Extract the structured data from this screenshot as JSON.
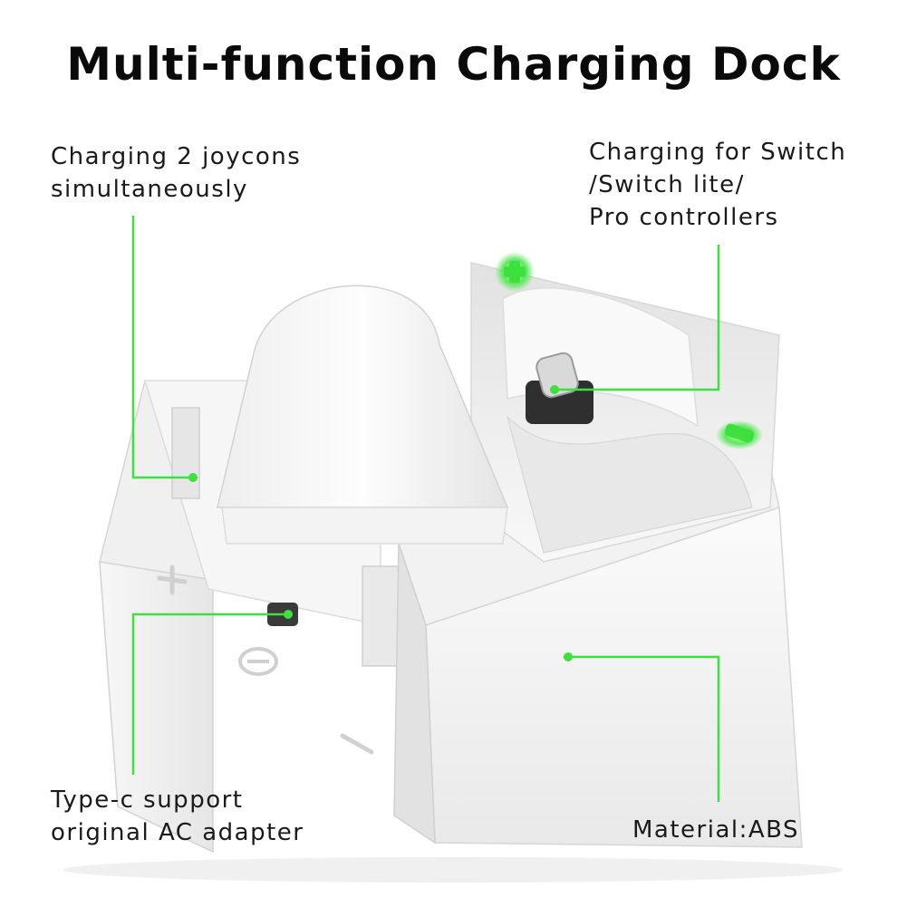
{
  "title": "Multi-function Charging Dock",
  "callouts": {
    "joycons": [
      "Charging 2 joycons",
      "simultaneously"
    ],
    "switch": [
      "Charging for Switch",
      "/Switch lite/",
      "Pro controllers"
    ],
    "typec": [
      "Type-c support",
      "original AC adapter"
    ],
    "material": [
      "Material:ABS"
    ]
  },
  "colors": {
    "accent": "#3ee03e",
    "led": "#2ed42e",
    "dock_body": "#f4f4f4",
    "dock_shadow": "#d9d9d9",
    "port": "#3a3a3a"
  },
  "icons": {
    "plus_led": "plus-led-icon",
    "minus_led": "minus-led-icon",
    "plus_mark": "plus-mark-icon",
    "minus_mark": "minus-mark-icon",
    "home_mark": "home-button-mark-icon"
  }
}
